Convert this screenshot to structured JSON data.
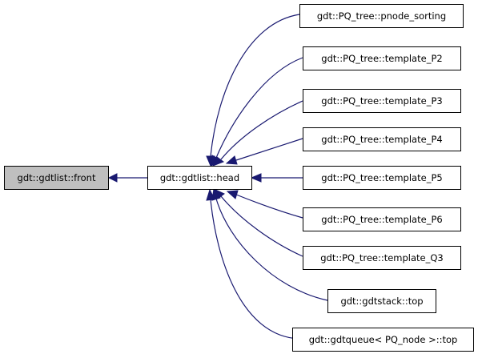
{
  "diagram": {
    "nodes": [
      {
        "id": "front",
        "label": "gdt::gdtlist::front",
        "highlighted": true
      },
      {
        "id": "head",
        "label": "gdt::gdtlist::head"
      },
      {
        "id": "pnode_sorting",
        "label": "gdt::PQ_tree::pnode_sorting"
      },
      {
        "id": "template_P2",
        "label": "gdt::PQ_tree::template_P2"
      },
      {
        "id": "template_P3",
        "label": "gdt::PQ_tree::template_P3"
      },
      {
        "id": "template_P4",
        "label": "gdt::PQ_tree::template_P4"
      },
      {
        "id": "template_P5",
        "label": "gdt::PQ_tree::template_P5"
      },
      {
        "id": "template_P6",
        "label": "gdt::PQ_tree::template_P6"
      },
      {
        "id": "template_Q3",
        "label": "gdt::PQ_tree::template_Q3"
      },
      {
        "id": "gdtstack_top",
        "label": "gdt::gdtstack::top"
      },
      {
        "id": "gdtqueue_top",
        "label": "gdt::gdtqueue< PQ_node >::top"
      }
    ],
    "edges": [
      {
        "from": "head",
        "to": "front"
      },
      {
        "from": "pnode_sorting",
        "to": "head"
      },
      {
        "from": "template_P2",
        "to": "head"
      },
      {
        "from": "template_P3",
        "to": "head"
      },
      {
        "from": "template_P4",
        "to": "head"
      },
      {
        "from": "template_P5",
        "to": "head"
      },
      {
        "from": "template_P6",
        "to": "head"
      },
      {
        "from": "template_Q3",
        "to": "head"
      },
      {
        "from": "gdtstack_top",
        "to": "head"
      },
      {
        "from": "gdtqueue_top",
        "to": "head"
      }
    ],
    "colors": {
      "edge": "#191970",
      "highlight_fill": "#bfbfbf",
      "node_fill": "#ffffff",
      "border": "#000000"
    }
  }
}
